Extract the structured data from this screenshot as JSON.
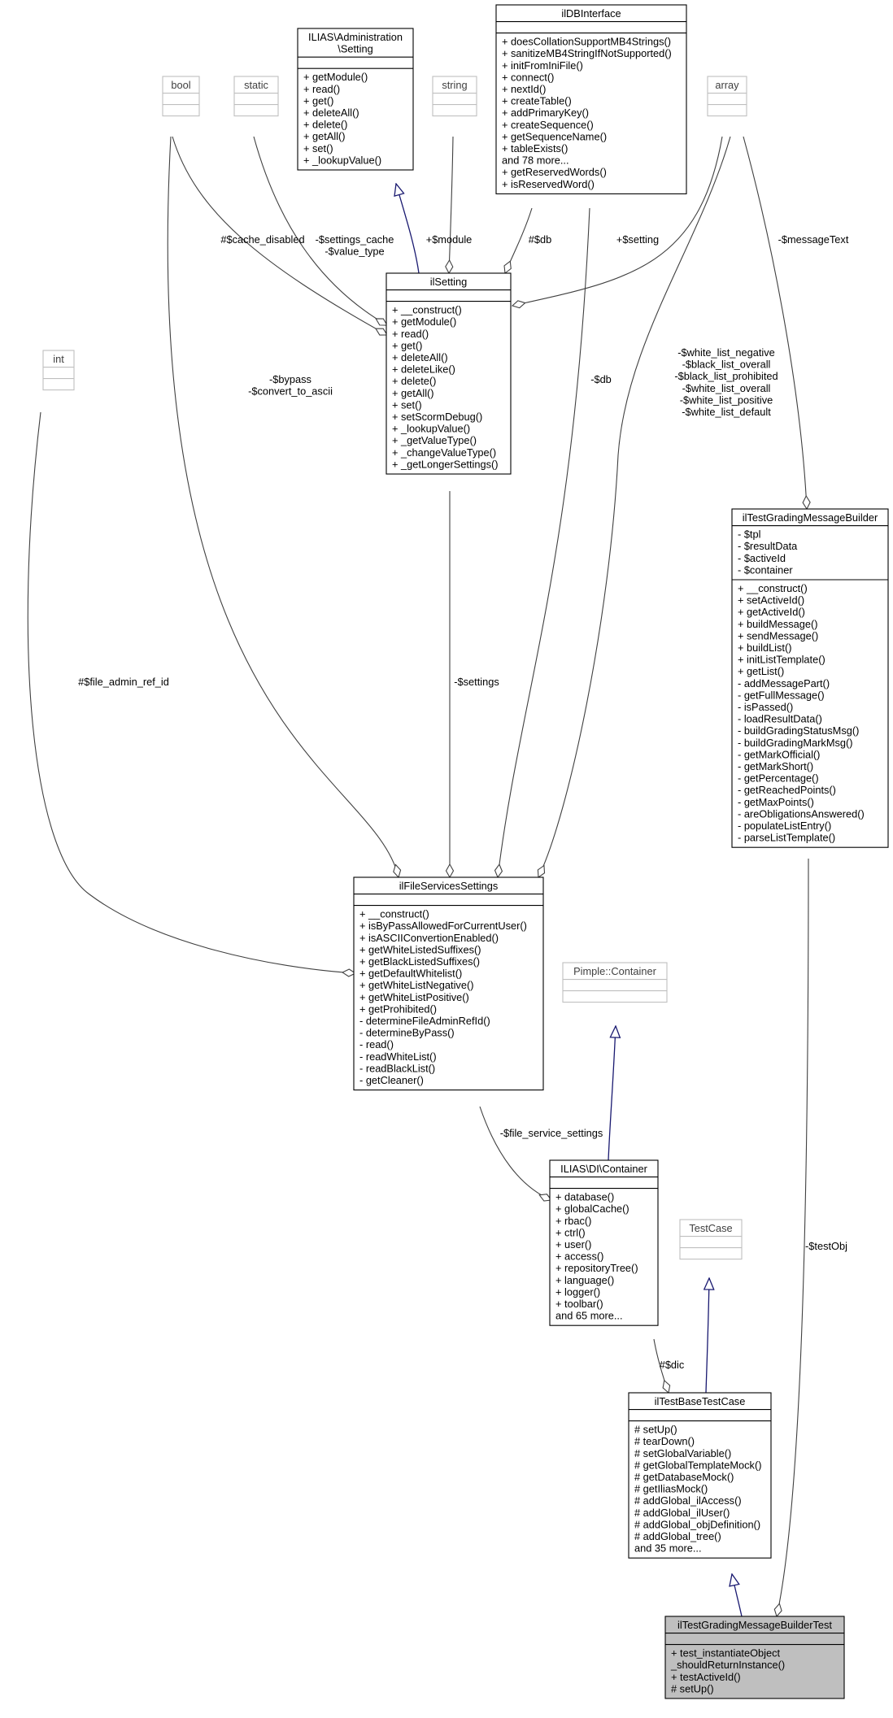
{
  "colors": {
    "box_border": "#000000",
    "builtin_border": "#bfbfbf",
    "builtin_text": "#404040",
    "highlight_fill": "#bfbfbf",
    "inherit_arrow": "#191970",
    "usage_arrow": "#404040"
  },
  "classes": {
    "bool": {
      "title": [
        "bool"
      ],
      "attrs": [],
      "methods": []
    },
    "static": {
      "title": [
        "static"
      ],
      "attrs": [],
      "methods": []
    },
    "admin_setting": {
      "title": [
        "ILIAS\\Administration",
        "\\Setting"
      ],
      "attrs": [],
      "methods": [
        "+ getModule()",
        "+ read()",
        "+ get()",
        "+ deleteAll()",
        "+ delete()",
        "+ getAll()",
        "+ set()",
        "+ _lookupValue()"
      ]
    },
    "string": {
      "title": [
        "string"
      ],
      "attrs": [],
      "methods": []
    },
    "ildbinterface": {
      "title": [
        "ilDBInterface"
      ],
      "attrs": [],
      "methods": [
        "+ doesCollationSupportMB4Strings()",
        "+ sanitizeMB4StringIfNotSupported()",
        "+ initFromIniFile()",
        "+ connect()",
        "+ nextId()",
        "+ createTable()",
        "+ addPrimaryKey()",
        "+ createSequence()",
        "+ getSequenceName()",
        "+ tableExists()",
        "and 78 more...",
        "+ getReservedWords()",
        "+ isReservedWord()"
      ]
    },
    "array": {
      "title": [
        "array"
      ],
      "attrs": [],
      "methods": []
    },
    "int": {
      "title": [
        "int"
      ],
      "attrs": [],
      "methods": []
    },
    "ilsetting": {
      "title": [
        "ilSetting"
      ],
      "attrs": [],
      "methods": [
        "+ __construct()",
        "+ getModule()",
        "+ read()",
        "+ get()",
        "+ deleteAll()",
        "+ deleteLike()",
        "+ delete()",
        "+ getAll()",
        "+ set()",
        "+ setScormDebug()",
        "+ _lookupValue()",
        "+ _getValueType()",
        "+ _changeValueType()",
        "+ _getLongerSettings()"
      ]
    },
    "grading_builder": {
      "title": [
        "ilTestGradingMessageBuilder"
      ],
      "attrs": [
        "- $tpl",
        "- $resultData",
        "- $activeId",
        "- $container"
      ],
      "methods": [
        "+ __construct()",
        "+ setActiveId()",
        "+ getActiveId()",
        "+ buildMessage()",
        "+ sendMessage()",
        "+ buildList()",
        "+ initListTemplate()",
        "+ getList()",
        "- addMessagePart()",
        "- getFullMessage()",
        "- isPassed()",
        "- loadResultData()",
        "- buildGradingStatusMsg()",
        "- buildGradingMarkMsg()",
        "- getMarkOfficial()",
        "- getMarkShort()",
        "- getPercentage()",
        "- getReachedPoints()",
        "- getMaxPoints()",
        "- areObligationsAnswered()",
        "- populateListEntry()",
        "- parseListTemplate()"
      ]
    },
    "file_services": {
      "title": [
        "ilFileServicesSettings"
      ],
      "attrs": [],
      "methods": [
        "+ __construct()",
        "+ isByPassAllowedForCurrentUser()",
        "+ isASCIIConvertionEnabled()",
        "+ getWhiteListedSuffixes()",
        "+ getBlackListedSuffixes()",
        "+ getDefaultWhitelist()",
        "+ getWhiteListNegative()",
        "+ getWhiteListPositive()",
        "+ getProhibited()",
        "- determineFileAdminRefId()",
        "- determineByPass()",
        "- read()",
        "- readWhiteList()",
        "- readBlackList()",
        "- getCleaner()"
      ]
    },
    "pimple": {
      "title": [
        "Pimple::Container"
      ],
      "attrs": [],
      "methods": []
    },
    "di_container": {
      "title": [
        "ILIAS\\DI\\Container"
      ],
      "attrs": [],
      "methods": [
        "+ database()",
        "+ globalCache()",
        "+ rbac()",
        "+ ctrl()",
        "+ user()",
        "+ access()",
        "+ repositoryTree()",
        "+ language()",
        "+ logger()",
        "+ toolbar()",
        "and 65 more..."
      ]
    },
    "testcase": {
      "title": [
        "TestCase"
      ],
      "attrs": [],
      "methods": []
    },
    "base_testcase": {
      "title": [
        "ilTestBaseTestCase"
      ],
      "attrs": [],
      "methods": [
        "# setUp()",
        "# tearDown()",
        "# setGlobalVariable()",
        "# getGlobalTemplateMock()",
        "# getDatabaseMock()",
        "# getIliasMock()",
        "# addGlobal_ilAccess()",
        "# addGlobal_ilUser()",
        "# addGlobal_objDefinition()",
        "# addGlobal_tree()",
        "and 35 more..."
      ]
    },
    "builder_test": {
      "title": [
        "ilTestGradingMessageBuilderTest"
      ],
      "attrs": [],
      "methods": [
        "+ test_instantiateObject",
        "_shouldReturnInstance()",
        "+ testActiveId()",
        "# setUp()"
      ]
    }
  },
  "edge_labels": {
    "cache_disabled": [
      "#$cache_disabled"
    ],
    "settings_cache": [
      "-$settings_cache",
      "-$value_type"
    ],
    "module": [
      "+$module"
    ],
    "db_setting": [
      "#$db"
    ],
    "setting": [
      "+$setting"
    ],
    "message_text": [
      "-$messageText"
    ],
    "bypass": [
      "-$bypass",
      "-$convert_to_ascii"
    ],
    "db_files": [
      "-$db"
    ],
    "lists": [
      "-$white_list_negative",
      "-$black_list_overall",
      "-$black_list_prohibited",
      "-$white_list_overall",
      "-$white_list_positive",
      "-$white_list_default"
    ],
    "file_admin_ref": [
      "#$file_admin_ref_id"
    ],
    "settings": [
      "-$settings"
    ],
    "file_service_settings": [
      "-$file_service_settings"
    ],
    "dic": [
      "#$dic"
    ],
    "test_obj": [
      "-$testObj"
    ]
  }
}
